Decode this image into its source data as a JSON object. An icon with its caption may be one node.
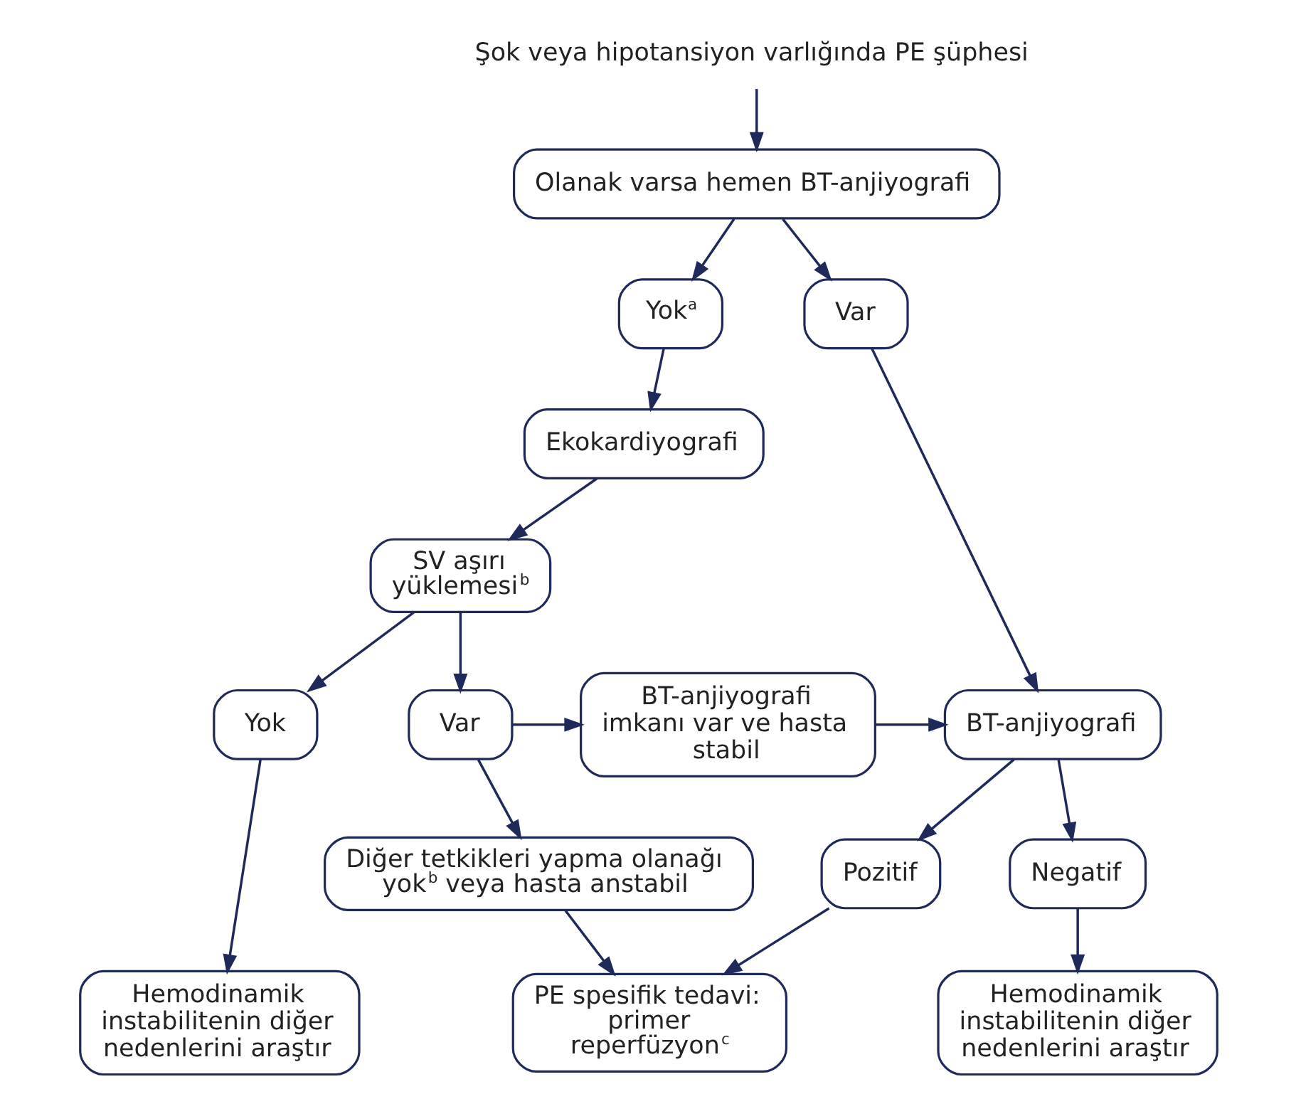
{
  "diagram": {
    "nodes": [
      {
        "text": [
          "Şok veya hipotansiyon varlığında PE şüphesi"
        ]
      },
      {
        "text": [
          "Olanak varsa hemen BT-anjiyografi"
        ]
      },
      {
        "text": [
          "Yok$^{a}$"
        ]
      },
      {
        "text": [
          "Var"
        ]
      },
      {
        "text": [
          "Ekokardiyografi"
        ]
      },
      {
        "text": [
          "SV aşırı yüklemesi$^{b}$"
        ]
      },
      {
        "text": [
          "Yok"
        ]
      },
      {
        "text": [
          "Var"
        ]
      },
      {
        "text": [
          "BT-anjiyografi imkanı var ve hasta stabil"
        ]
      },
      {
        "text": [
          "BT-anjiyografi"
        ]
      },
      {
        "text": [
          "Diğer tetkikleri yapma olanağı yok$^{b}$ veya hasta anstabil"
        ]
      },
      {
        "text": [
          "Pozitif"
        ]
      },
      {
        "text": [
          "Negatif"
        ]
      },
      {
        "text": [
          "Hemodinamik instabilitenin diğer nedenlerini araştır"
        ]
      },
      {
        "text": [
          "PE spesifik tedavi: primer reperfüzyon$^{c}$"
        ]
      },
      {
        "text": [
          "Hemodinamik instabilitenin diğer nedenlerini araştır"
        ]
      }
    ],
    "edges": [
      {
        "from": 0,
        "to": 1,
        "arrow": "to"
      },
      {
        "from": 1,
        "to": 2,
        "arrow": "to"
      },
      {
        "from": 1,
        "to": 3,
        "arrow": "to"
      },
      {
        "from": 2,
        "to": 4,
        "arrow": "to"
      },
      {
        "from": 4,
        "to": 5,
        "arrow": "to"
      },
      {
        "from": 5,
        "to": 6,
        "arrow": "to"
      },
      {
        "from": 5,
        "to": 7,
        "arrow": "to"
      },
      {
        "from": 7,
        "to": 8,
        "arrow": "to"
      },
      {
        "from": 8,
        "to": 9,
        "arrow": "to"
      },
      {
        "from": 3,
        "to": 9,
        "arrow": "to"
      },
      {
        "from": 7,
        "to": 10,
        "arrow": "to"
      },
      {
        "from": 6,
        "to": 13,
        "arrow": "to"
      },
      {
        "from": 10,
        "to": 14,
        "arrow": "to"
      },
      {
        "from": 9,
        "to": 11,
        "arrow": "to"
      },
      {
        "from": 9,
        "to": 12,
        "arrow": "to"
      },
      {
        "from": 11,
        "to": 14,
        "arrow": "to"
      },
      {
        "from": 12,
        "to": 15,
        "arrow": "to"
      }
    ]
  }
}
